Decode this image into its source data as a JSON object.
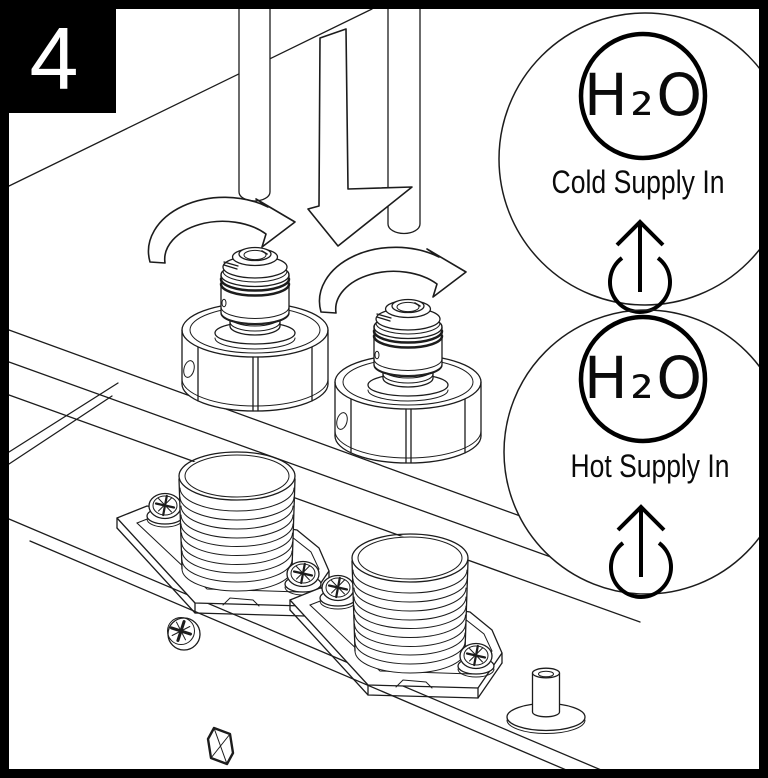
{
  "step": {
    "number": "4"
  },
  "callouts": {
    "cold": {
      "symbol": "H₂O",
      "label": "Cold Supply In"
    },
    "hot": {
      "symbol": "H₂O",
      "label": "Hot Supply In"
    }
  },
  "icons": {
    "insert_direction_arrow": "↓",
    "rotate_clockwise_arrow": "↻",
    "flow_up_arrow": "↑",
    "water_symbol": "H₂O"
  },
  "colors": {
    "background": "#ffffff",
    "line": "#1c1c1c",
    "frame": "#000000",
    "badge_background": "#000000",
    "badge_text": "#ffffff"
  }
}
